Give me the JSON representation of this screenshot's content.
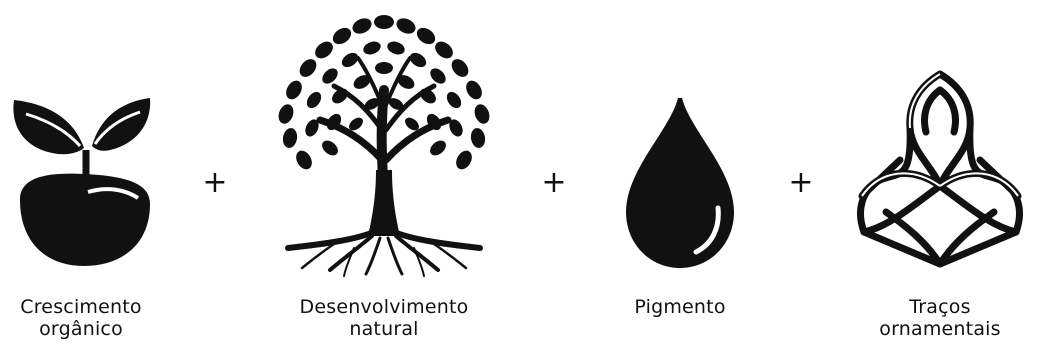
{
  "items": [
    {
      "icon": "sprout-icon",
      "caption": [
        "Crescimento",
        "orgânico"
      ]
    },
    {
      "icon": "tree-icon",
      "caption": [
        "Desenvolvimento",
        "natural"
      ]
    },
    {
      "icon": "drop-icon",
      "caption": [
        "Pigmento",
        ""
      ]
    },
    {
      "icon": "knot-icon",
      "caption": [
        "Traços",
        "ornamentais"
      ]
    }
  ],
  "operators": [
    "+",
    "+",
    "+"
  ],
  "colors": {
    "ink": "#111111",
    "background": "#ffffff"
  }
}
